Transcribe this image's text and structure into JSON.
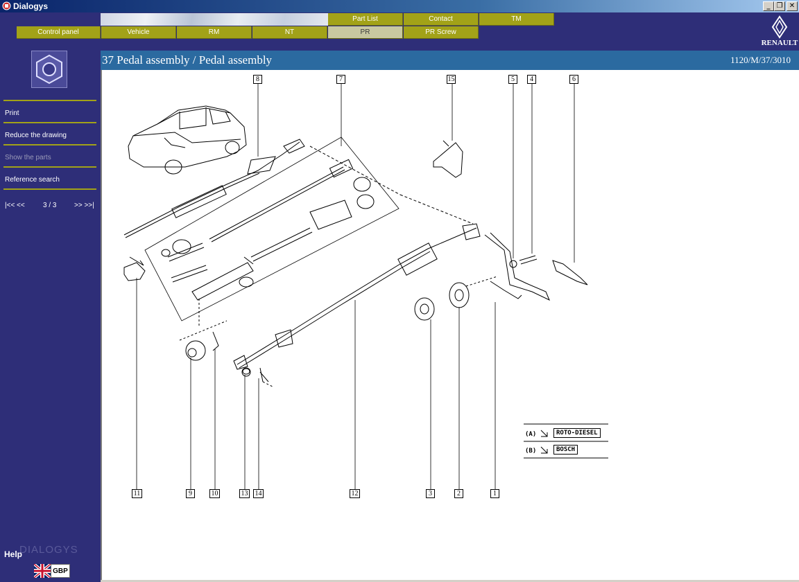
{
  "window": {
    "title": "Dialogys"
  },
  "tabs_top": [
    {
      "label": "Part List"
    },
    {
      "label": "Contact"
    },
    {
      "label": "TM"
    }
  ],
  "tabs_bottom": [
    {
      "label": "Control panel"
    },
    {
      "label": "Vehicle"
    },
    {
      "label": "RM"
    },
    {
      "label": "NT"
    },
    {
      "label": "PR",
      "active": true
    },
    {
      "label": "PR Screw"
    }
  ],
  "brand": {
    "name": "RENAULT"
  },
  "sidebar": {
    "menu": [
      {
        "label": "Print",
        "enabled": true
      },
      {
        "label": "Reduce the drawing",
        "enabled": true
      },
      {
        "label": "Show the parts",
        "enabled": false
      },
      {
        "label": "Reference search",
        "enabled": true
      }
    ],
    "pager": {
      "first": "|<< <<",
      "count": "3 / 3",
      "last": ">> >>|"
    },
    "help": "Help",
    "product": "DIALOGYS",
    "currency": "GBP"
  },
  "content": {
    "title": "37 Pedal assembly / Pedal assembly",
    "reference": "1120/M/37/3010"
  },
  "callouts": {
    "top": [
      "8",
      "7",
      "15",
      "5",
      "4",
      "6"
    ],
    "bottom": [
      "11",
      "9",
      "10",
      "13",
      "14",
      "12",
      "3",
      "2",
      "1"
    ]
  },
  "legend": [
    {
      "key": "(A)",
      "value": "ROTO-DIESEL"
    },
    {
      "key": "(B)",
      "value": "BOSCH"
    }
  ],
  "colors": {
    "navy": "#2e2e78",
    "tab_olive": "#a2a218",
    "title_blue": "#2b6aa0"
  }
}
